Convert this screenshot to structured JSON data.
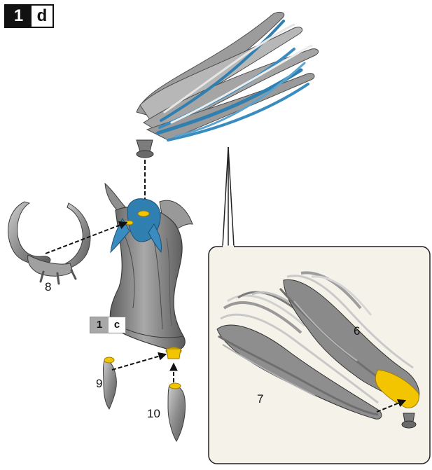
{
  "step": {
    "number": "1",
    "letter": "d"
  },
  "sub_step": {
    "number": "1",
    "letter": "c"
  },
  "part_labels": {
    "p6": "6",
    "p7": "7",
    "p8": "8",
    "p9": "9",
    "p10": "10"
  },
  "colors": {
    "part_grey": "#8a8a8a",
    "highlight_blue": "#2f7fb0",
    "glue_yellow": "#f3c400",
    "callout_bg": "#f5f2ea"
  }
}
